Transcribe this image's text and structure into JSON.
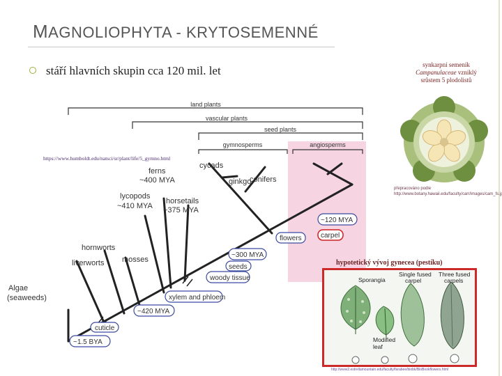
{
  "slide": {
    "title_first_letter": "M",
    "title_rest": "AGNOLIOPHYTA - KRYTOSEMENNÉ",
    "bullet": "stáří hlavních skupin cca 120 mil. let"
  },
  "captions": {
    "top_right_line1": "synkarpní semeník",
    "top_right_italic": "Campanulaceae",
    "top_right_line2_rest": " vzniklý",
    "top_right_line3": "srůstem 5 plodolistů",
    "left_url": "https://www.humboldt.edu/natsci/sr/plant/life/5_gymno.html",
    "right_credit": "přepracováno podle http://www.botany.hawaii.edu/faculty/carr/images/cam_fs.jpg",
    "gynoecium_title": "hypotetický vývoj gynecea (pestíku)",
    "bottom_credit": "http://www2.estrellamountain.edu/faculty/farabee/biobk/BioBookflowers.html"
  },
  "tree": {
    "brackets": [
      "land plants",
      "vascular plants",
      "seed plants",
      "gymnosperms",
      "angiosperms"
    ],
    "groups": {
      "algae": [
        "Algae",
        "(seaweeds)"
      ],
      "liverworts": "liverworts",
      "hornworts": "hornworts",
      "mosses": "mosses",
      "lycopods": [
        "lycopods",
        "~410 MYA"
      ],
      "horsetails": [
        "horsetails",
        "~375 MYA"
      ],
      "ferns": [
        "ferns",
        "~400 MYA"
      ],
      "cycads": "cycads",
      "ginkgo": "ginkgo",
      "conifers": "conifers"
    },
    "innovations": {
      "mya_15": "~1.5 BYA",
      "cuticle": "cuticle",
      "mya_420": "~420 MYA",
      "xylem": "xylem and phloem",
      "woody": "woody tissue",
      "seeds": "seeds",
      "mya_300": "~300 MYA",
      "flowers": "flowers",
      "carpel": "carpel",
      "mya_120": "~120 MYA"
    }
  },
  "gynoecium_panel": {
    "sporangia": "Sporangia",
    "modified_leaf": [
      "Modified",
      "leaf"
    ],
    "single_fused": [
      "Single fused",
      "carpel"
    ],
    "three_fused": [
      "Three fused",
      "carpels"
    ]
  },
  "colors": {
    "angiosperm_highlight": "#f6d4e2",
    "bubble_stroke": "#3b4aa0",
    "carpel_outline": "#cc2222",
    "frame_red": "#cc2a2a",
    "bullet": "#9bb03a"
  }
}
